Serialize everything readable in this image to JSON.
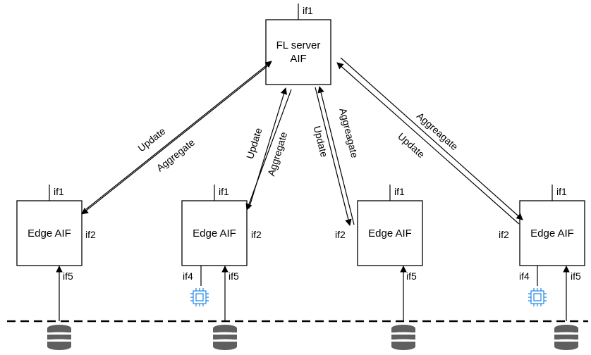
{
  "server": {
    "line1": "FL server",
    "line2": "AIF",
    "interface": "if1"
  },
  "edge_label": "Edge AIF",
  "interfaces": {
    "if1": "if1",
    "if2": "if2",
    "if4": "if4",
    "if5": "if5"
  },
  "links": [
    {
      "update": "Update",
      "aggregate": "Aggregate"
    },
    {
      "update": "Update",
      "aggregate": "Aggregate"
    },
    {
      "update": "Update",
      "aggregate": "Aggreagate"
    },
    {
      "update": "Update",
      "aggregate": "Aggreagate"
    }
  ],
  "icons": {
    "processor": "chip-icon",
    "data_source": "database-icon"
  },
  "colors": {
    "chip": "#1e88e5",
    "database": "#5f5f5f"
  }
}
